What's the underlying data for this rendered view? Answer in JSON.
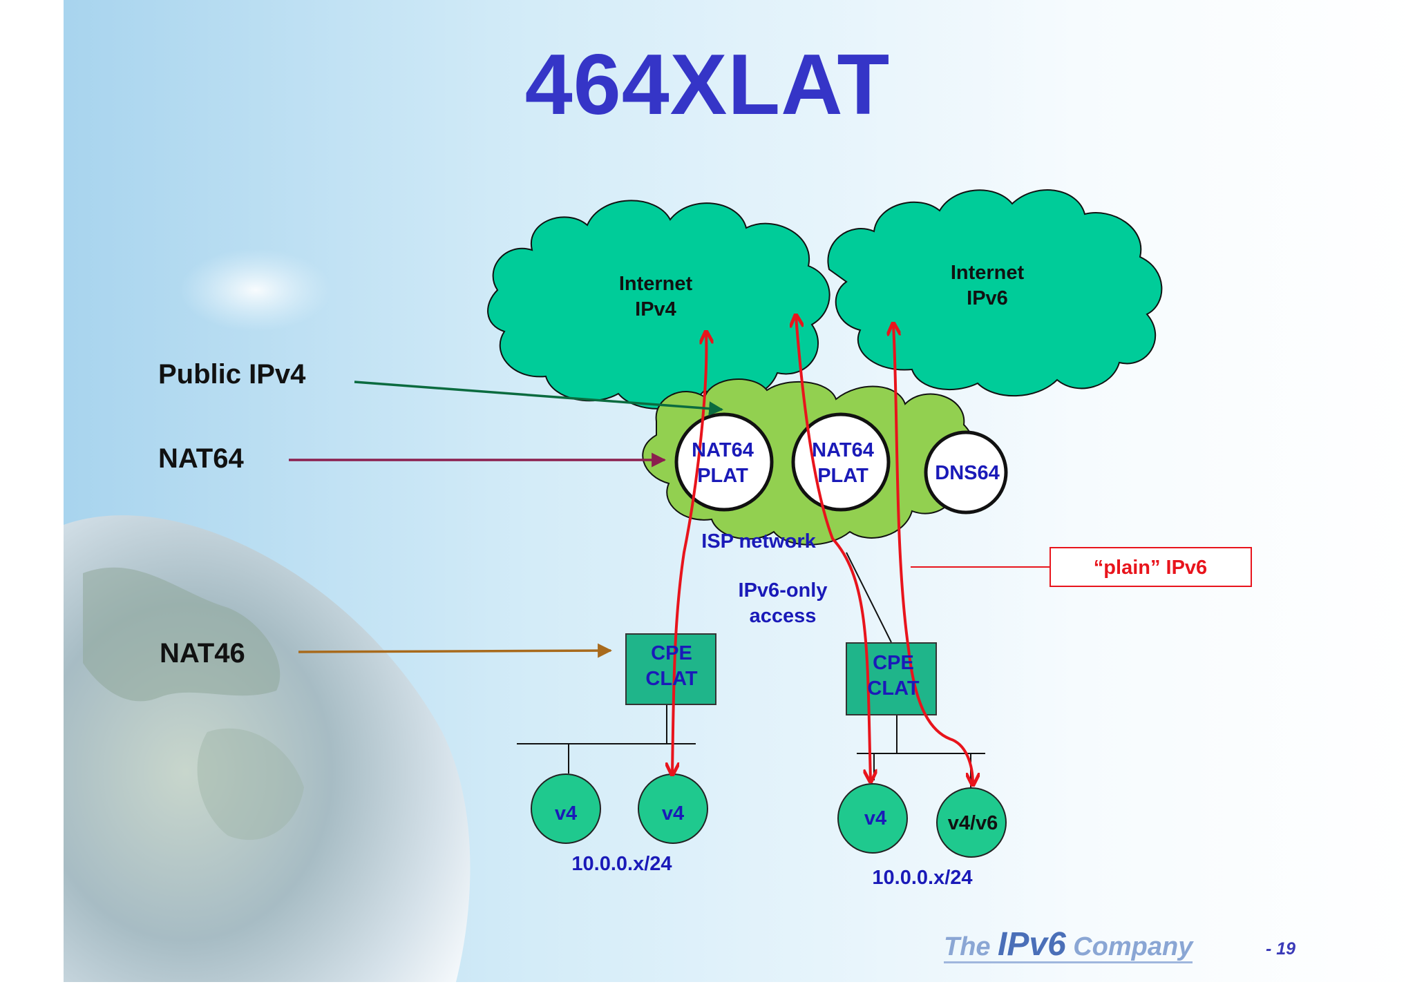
{
  "title": "464XLAT",
  "labels": {
    "public_ipv4": "Public IPv4",
    "nat64": "NAT64",
    "nat46": "NAT46"
  },
  "clouds": {
    "internet_ipv4": {
      "line1": "Internet",
      "line2": "IPv4"
    },
    "internet_ipv6": {
      "line1": "Internet",
      "line2": "IPv6"
    },
    "isp": "ISP network"
  },
  "nodes": {
    "plat1": {
      "line1": "NAT64",
      "line2": "PLAT"
    },
    "plat2": {
      "line1": "NAT64",
      "line2": "PLAT"
    },
    "dns64": "DNS64",
    "cpe1": {
      "line1": "CPE",
      "line2": "CLAT"
    },
    "cpe2": {
      "line1": "CPE",
      "line2": "CLAT"
    }
  },
  "access": {
    "line1": "IPv6-only",
    "line2": "access"
  },
  "plain_ipv6": "“plain” IPv6",
  "hosts": {
    "left_a": "v4",
    "left_b": "v4",
    "right_a": "v4",
    "right_b": "v4/v6"
  },
  "subnets": {
    "left": "10.0.0.x/24",
    "right": "10.0.0.x/24"
  },
  "logo": {
    "word1": "The",
    "word2": "IPv6",
    "word3": "Company"
  },
  "page_number": "- 19",
  "colors": {
    "title": "#3535c7",
    "cloud_internet": "#00cc99",
    "cloud_isp": "#92d050",
    "node_text": "#1a1ab8",
    "flow": "#e8141c",
    "arrow_public_ipv4": "#0b6b3f",
    "arrow_nat64": "#8b1f4e",
    "arrow_nat46": "#a86a1c"
  }
}
